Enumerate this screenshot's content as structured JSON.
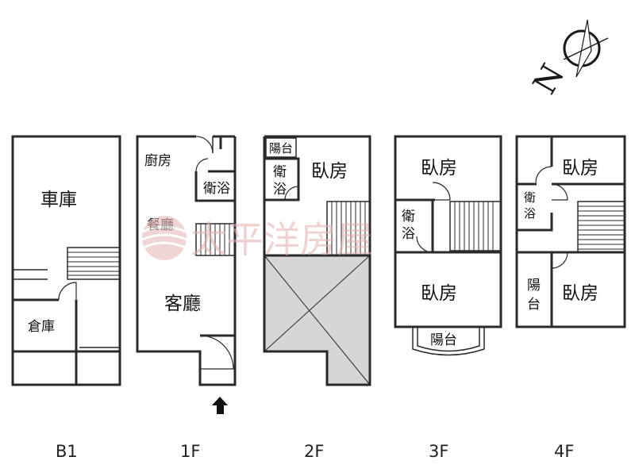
{
  "floors": {
    "b1": {
      "label": "B1",
      "rooms": {
        "garage": "車庫",
        "storage": "倉庫"
      }
    },
    "f1": {
      "label": "1F",
      "rooms": {
        "kitchen": "廚房",
        "bathroom": "衛浴",
        "dining": "餐廳",
        "living": "客廳"
      }
    },
    "f2": {
      "label": "2F",
      "rooms": {
        "balcony": "陽台",
        "bathroom": "衛\n浴",
        "bedroom": "臥房"
      }
    },
    "f3": {
      "label": "3F",
      "rooms": {
        "bedroom_top": "臥房",
        "bathroom": "衛\n浴",
        "bedroom_bottom": "臥房",
        "balcony": "陽台"
      }
    },
    "f4": {
      "label": "4F",
      "rooms": {
        "bedroom_top": "臥房",
        "bathroom": "衛\n浴",
        "balcony": "陽\n台",
        "bedroom_bottom": "臥房"
      }
    }
  },
  "watermark": {
    "text": "太平洋房屋",
    "color": "#e2b0b0"
  },
  "compass": {
    "letter": "N"
  },
  "icons": {
    "entrance": "up-arrow-icon",
    "compass": "compass-icon",
    "logo": "wave-logo-icon"
  }
}
